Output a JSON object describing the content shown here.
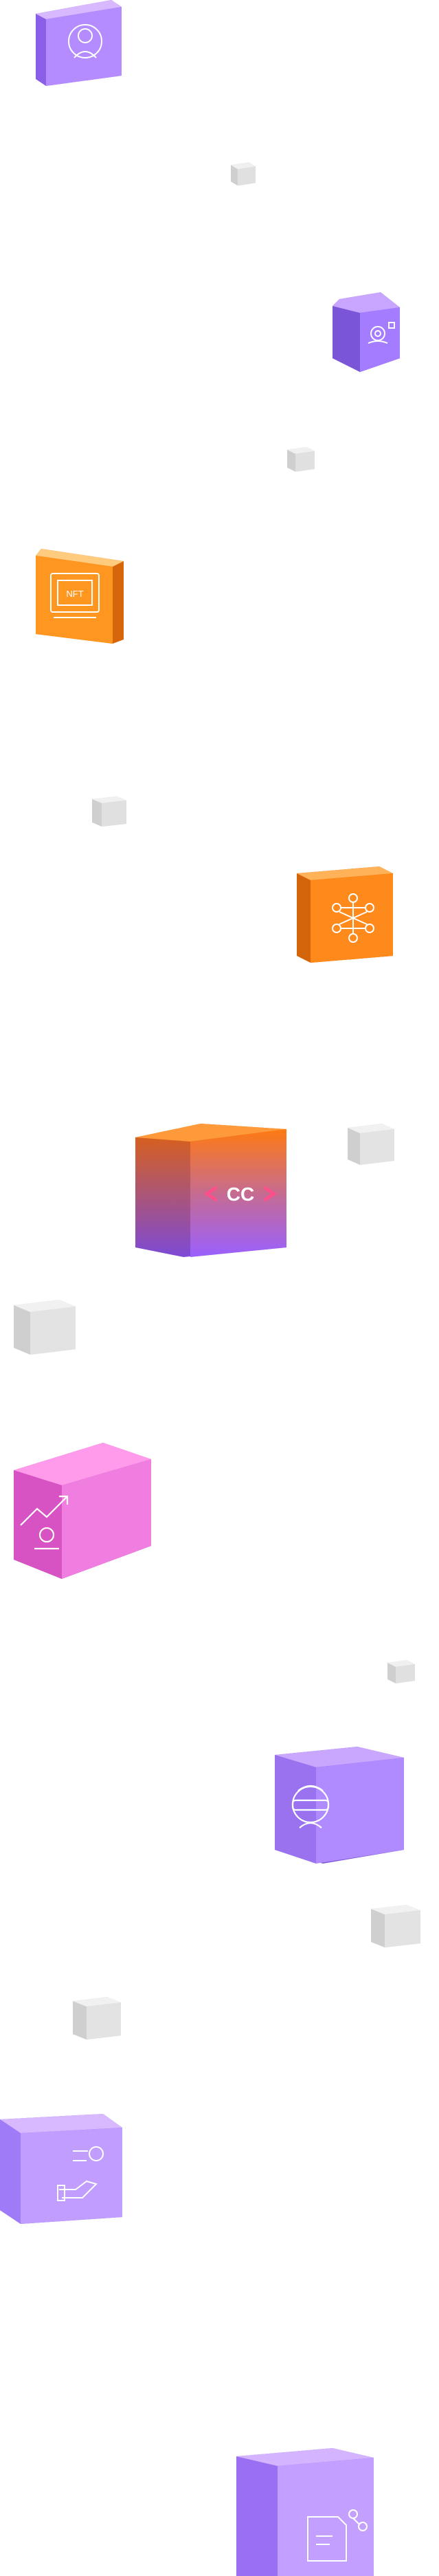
{
  "decor": {
    "cube_colors": {
      "purple": [
        "#c9a7ff",
        "#a27aff",
        "#7e56dc"
      ],
      "orange": [
        "#ffab42",
        "#ff8a1c",
        "#d7660a"
      ],
      "magenta": [
        "#ff8ee6",
        "#e565d6",
        "#b83ea7"
      ],
      "grey": [
        "#f2f2f2",
        "#e2e2e2",
        "#cfcfcf"
      ],
      "gradient_top": "#ff7a12",
      "gradient_bottom": "#9a60ff"
    }
  },
  "cubes": [
    {
      "id": "metaverse-avatar",
      "icon": "avatar-icon"
    },
    {
      "id": "settings-eye",
      "icon": "settings-eye-icon"
    },
    {
      "id": "nft",
      "icon": "nft-icon",
      "label": "NFT"
    },
    {
      "id": "network",
      "icon": "network-icon"
    },
    {
      "id": "cc-logo",
      "icon": "code-brackets-icon",
      "label": "CC"
    },
    {
      "id": "growth",
      "icon": "growth-chart-icon"
    },
    {
      "id": "vr",
      "icon": "vr-headset-icon"
    },
    {
      "id": "automation",
      "icon": "robotic-hand-icon"
    },
    {
      "id": "document",
      "icon": "document-share-icon"
    }
  ]
}
